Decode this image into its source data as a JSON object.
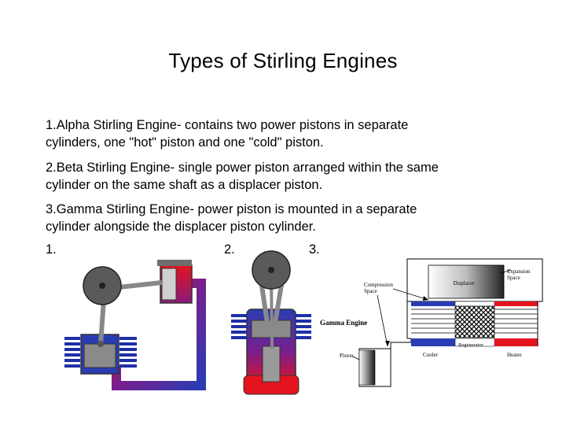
{
  "slide": {
    "title": "Types of Stirling Engines",
    "items": [
      {
        "line1": "1.Alpha Stirling Engine- contains two power pistons in separate",
        "line2": "cylinders, one \"hot\" piston and one \"cold\" piston."
      },
      {
        "line1": "2.Beta Stirling Engine- single power piston arranged within the same",
        "line2": "cylinder on the same shaft as a displacer piston."
      },
      {
        "line1": "3.Gamma Stirling Engine- power piston is mounted in a separate",
        "line2": "cylinder alongside the displacer piston cylinder."
      }
    ],
    "figure_numbers": [
      "1.",
      "2.",
      "3."
    ]
  },
  "gamma_diagram": {
    "labels": {
      "expansion_line1": "Expansion",
      "expansion_line2": "Space",
      "compression_line1": "Compression",
      "compression_line2": "Space",
      "displacer": "Displacer",
      "title": "Gamma Engine",
      "regenerator": "Regenerator",
      "piston": "Piston",
      "cooler": "Cooler",
      "heater": "Heater"
    }
  },
  "colors": {
    "hot": "#e3141e",
    "cold": "#2a3cb4",
    "mid": "#7a1e8c",
    "metal": "#7d7d7d",
    "flywheel": "#5a5a5a"
  }
}
